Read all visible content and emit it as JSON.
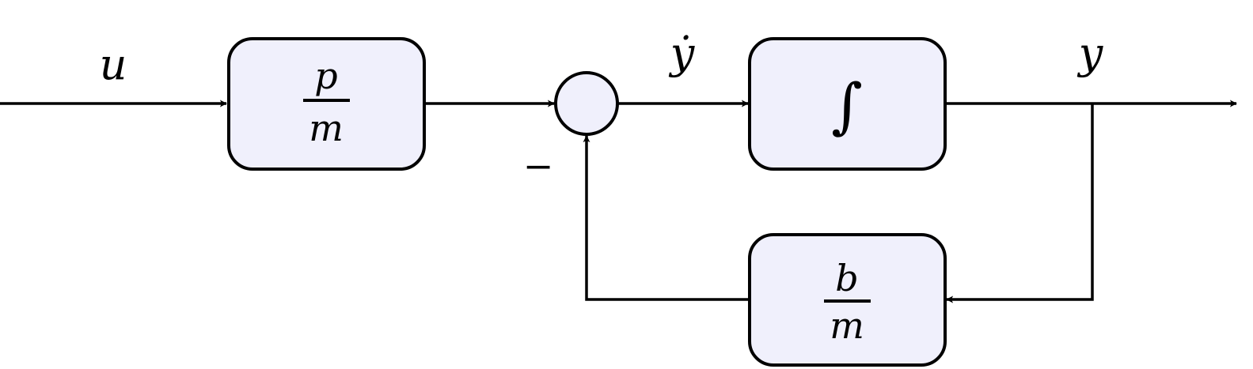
{
  "diagram": {
    "type": "block-diagram",
    "description": "Feedback control loop",
    "colors": {
      "block_fill": "#f0f0fc",
      "stroke": "#000000"
    },
    "signals": {
      "input": "u",
      "derivative": "ẏ",
      "output": "y"
    },
    "blocks": [
      {
        "id": "gain-p-over-m",
        "numerator": "p",
        "denominator": "m"
      },
      {
        "id": "integrator",
        "label": "∫"
      },
      {
        "id": "feedback-b-over-m",
        "numerator": "b",
        "denominator": "m"
      }
    ],
    "summing_junction": {
      "feedback_sign": "−"
    },
    "connections": [
      {
        "from": "input",
        "to": "gain-p-over-m",
        "label": "u"
      },
      {
        "from": "gain-p-over-m",
        "to": "summing-junction"
      },
      {
        "from": "summing-junction",
        "to": "integrator",
        "label": "ẏ"
      },
      {
        "from": "integrator",
        "to": "output",
        "label": "y"
      },
      {
        "from": "output",
        "to": "feedback-b-over-m"
      },
      {
        "from": "feedback-b-over-m",
        "to": "summing-junction",
        "sign": "−"
      }
    ]
  }
}
